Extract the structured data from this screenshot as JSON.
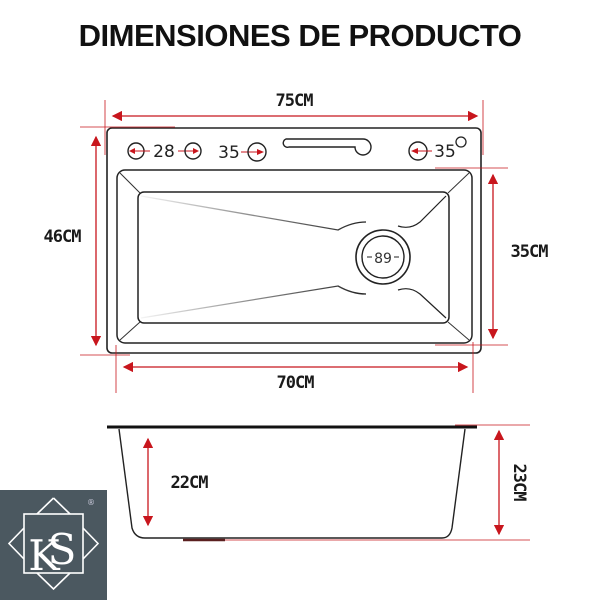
{
  "header": {
    "title": "DIMENSIONES DE PRODUCTO"
  },
  "colors": {
    "dimension_line": "#c8161d",
    "outline": "#222222",
    "logo_bg": "#4b5860",
    "logo_fg": "#ffffff"
  },
  "top_view": {
    "overall_width": "75CM",
    "overall_depth": "46CM",
    "bowl_width": "70CM",
    "bowl_depth": "35CM",
    "drain_diameter": "89",
    "holes": [
      {
        "label": "28",
        "position": "left"
      },
      {
        "label": "35",
        "position": "left-center"
      },
      {
        "label": "35",
        "position": "right"
      }
    ]
  },
  "side_view": {
    "inner_depth": "22CM",
    "total_height": "23CM"
  },
  "logo": {
    "monogram": "KS",
    "registered_mark": "®"
  }
}
